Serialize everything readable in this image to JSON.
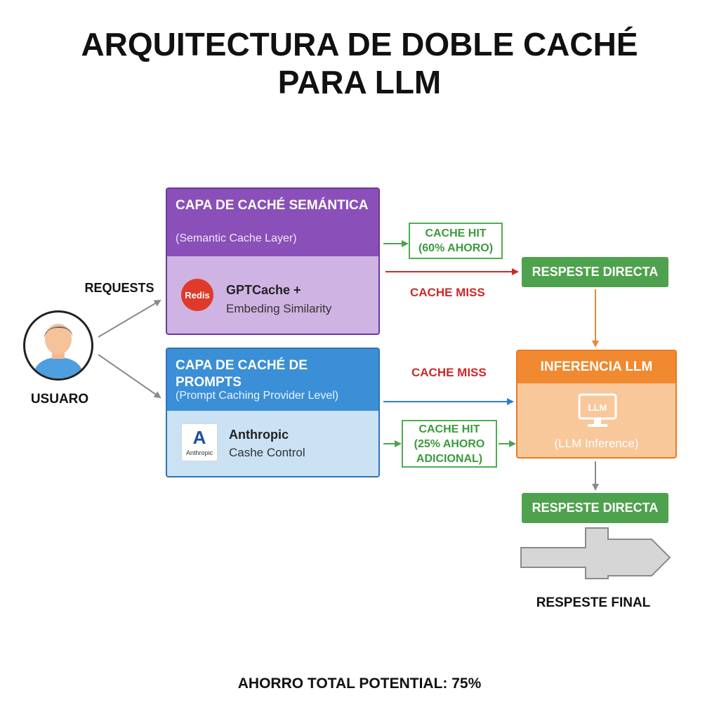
{
  "title": {
    "line1": "ARQUITECTURA DE DOBLE CACHÉ",
    "line2": "PARA LLM"
  },
  "user": {
    "label": "USUARO",
    "icon": "user-avatar-icon"
  },
  "requests_label": "REQUESTS",
  "semantic_layer": {
    "title": "CAPA DE CACHÉ SEMÁNTICA",
    "subtitle": "(Semantic Cache Layer)",
    "logo_text": "Redis",
    "tech_line1": "GPTCache +",
    "tech_line2": "Embeding Similarity",
    "color_head": "#8a4fb8",
    "color_body": "#cfb3e3"
  },
  "prompt_layer": {
    "title": "CAPA DE CACHÉ DE PROMPTS",
    "subtitle": "(Prompt Caching Provider Level)",
    "logo_mark": "A",
    "logo_text": "Anthropic",
    "tech_line1": "Anthropic",
    "tech_line2": "Cashe Control",
    "color_head": "#3a8fd6",
    "color_body": "#cbe1f4"
  },
  "semantic_hit": {
    "line1": "CACHE HIT",
    "line2": "(60% AHORO)"
  },
  "semantic_miss": "CACHE MISS",
  "prompt_miss": "CACHE MISS",
  "prompt_hit": {
    "line1": "CACHE HIT",
    "line2": "(25% AHORO",
    "line3": "ADICIONAL)"
  },
  "direct_response_top": "RESPESTE DIRECTA",
  "direct_response_bottom": "RESPESTE DIRECTA",
  "inference": {
    "title": "INFERENCIA LLM",
    "icon_text": "LLM",
    "subtitle": "(LLM Inference)",
    "color_head": "#f0892f",
    "color_body": "#f8c79a"
  },
  "final_label": "RESPESTE FINAL",
  "total_savings": "AHORRO TOTAL POTENTIAL: 75%",
  "colors": {
    "green": "#4ea24d",
    "red": "#cc2a2a",
    "blue": "#2d7ec8",
    "orange": "#e38a3a",
    "gray": "#8a8a8a"
  }
}
